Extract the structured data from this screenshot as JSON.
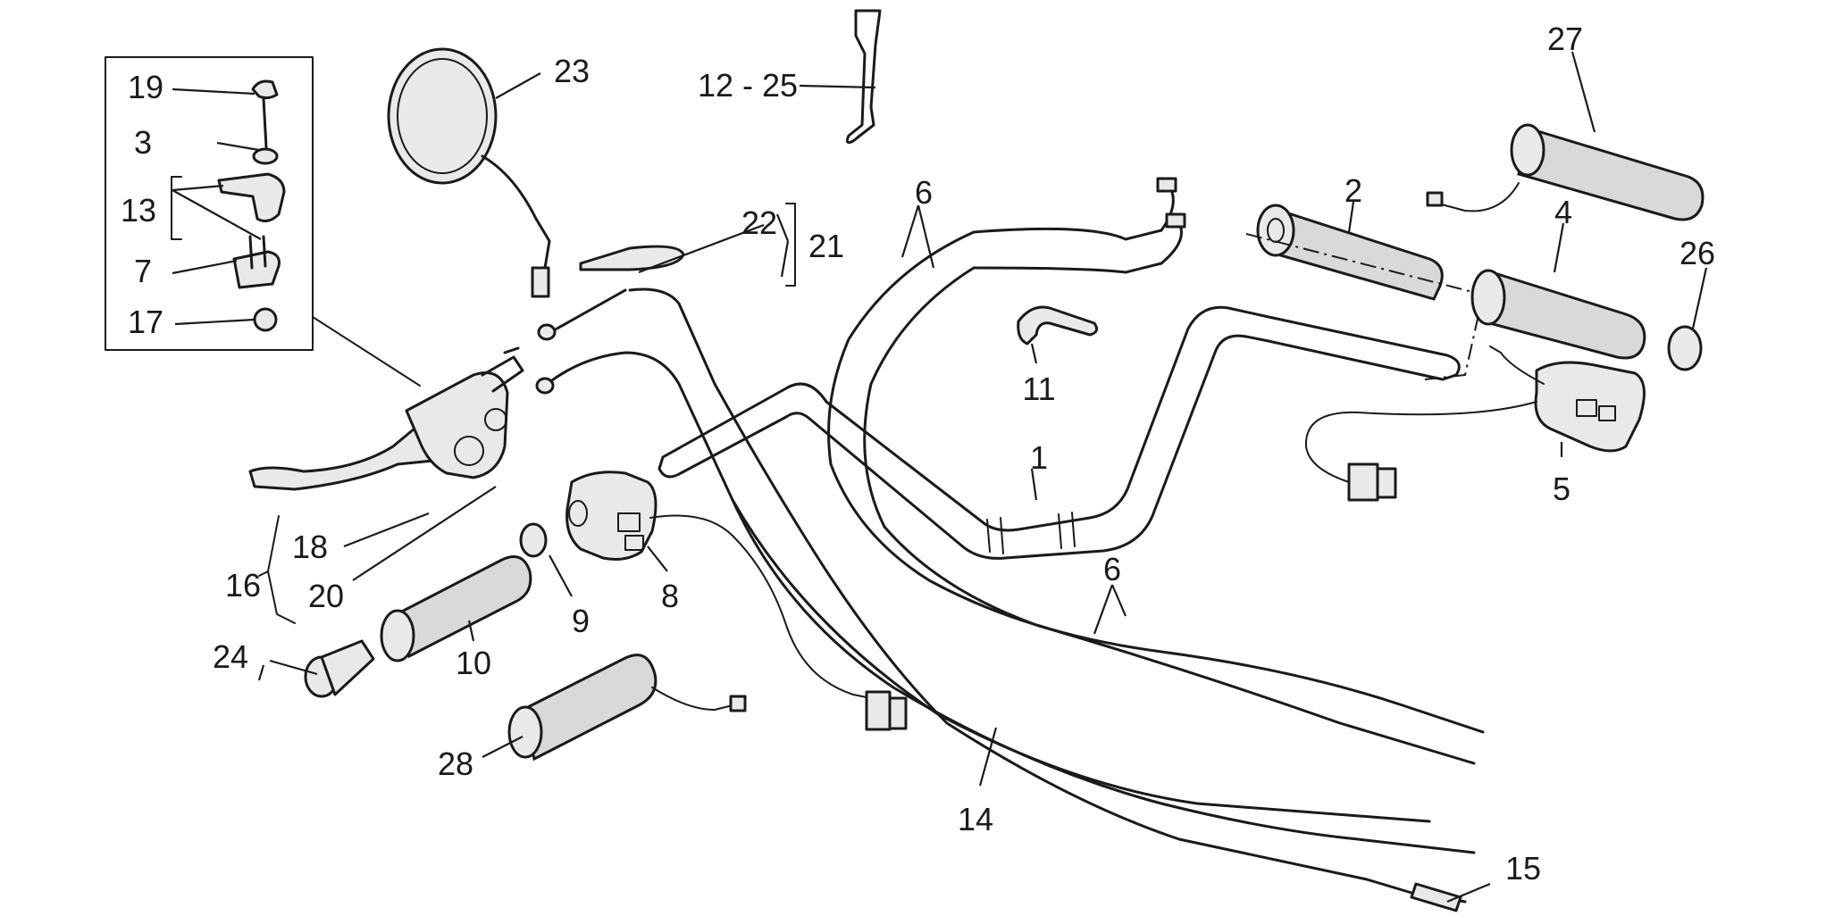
{
  "diagram": {
    "callouts": [
      {
        "key": "c1",
        "text": "1"
      },
      {
        "key": "c2",
        "text": "2"
      },
      {
        "key": "c3",
        "text": "3"
      },
      {
        "key": "c4",
        "text": "4"
      },
      {
        "key": "c5",
        "text": "5"
      },
      {
        "key": "c6a",
        "text": "6"
      },
      {
        "key": "c6b",
        "text": "6"
      },
      {
        "key": "c7",
        "text": "7"
      },
      {
        "key": "c8",
        "text": "8"
      },
      {
        "key": "c9",
        "text": "9"
      },
      {
        "key": "c10",
        "text": "10"
      },
      {
        "key": "c11",
        "text": "11"
      },
      {
        "key": "c12",
        "text": "12 - 25"
      },
      {
        "key": "c13",
        "text": "13"
      },
      {
        "key": "c14",
        "text": "14"
      },
      {
        "key": "c15",
        "text": "15"
      },
      {
        "key": "c16",
        "text": "16"
      },
      {
        "key": "c17",
        "text": "17"
      },
      {
        "key": "c18",
        "text": "18"
      },
      {
        "key": "c19",
        "text": "19"
      },
      {
        "key": "c20",
        "text": "20"
      },
      {
        "key": "c21",
        "text": "21"
      },
      {
        "key": "c22",
        "text": "22"
      },
      {
        "key": "c23",
        "text": "23"
      },
      {
        "key": "c24",
        "text": "24"
      },
      {
        "key": "c26",
        "text": "26"
      },
      {
        "key": "c27",
        "text": "27"
      },
      {
        "key": "c28",
        "text": "28"
      }
    ]
  }
}
